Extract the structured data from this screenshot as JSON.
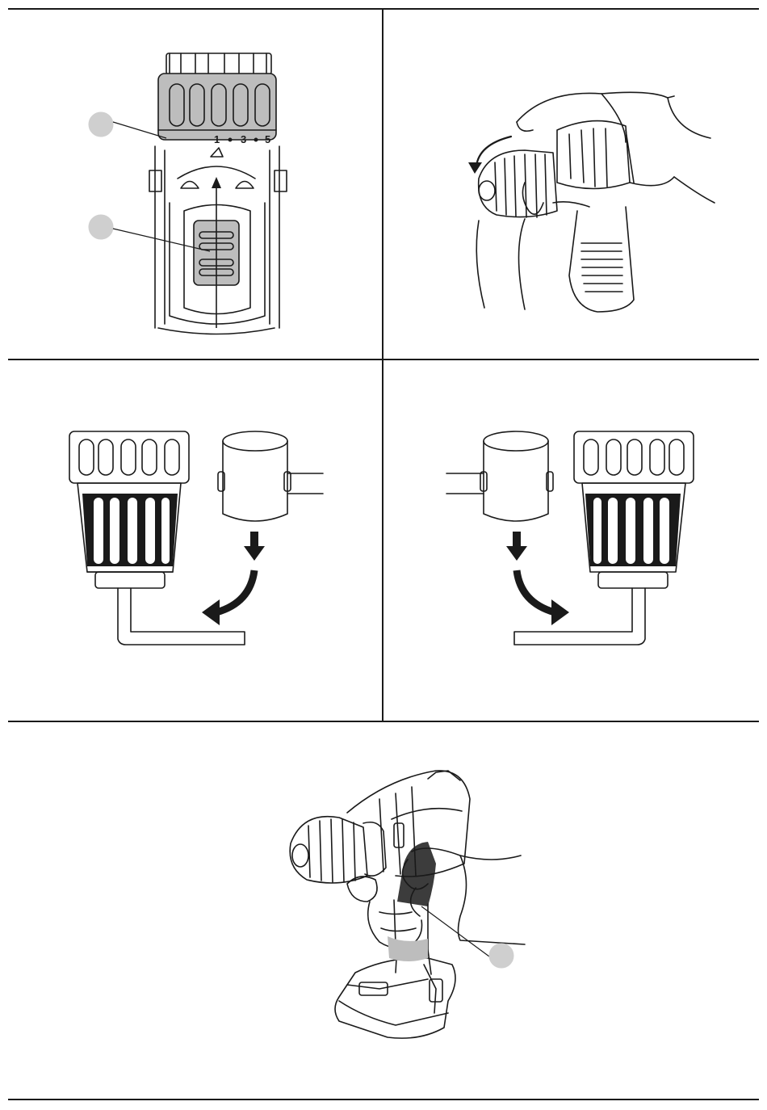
{
  "figures": {
    "fig1": {
      "name": "clutch-collar-and-speed-selector",
      "collar_scale": [
        "1",
        "3",
        "5"
      ],
      "callouts": 2
    },
    "fig2": {
      "name": "chuck-tightening-by-hand",
      "callouts": 0
    },
    "fig3": {
      "name": "chuck-removal-hex-key-left",
      "callouts": 0
    },
    "fig4": {
      "name": "chuck-installation-hex-key-right",
      "callouts": 0
    },
    "fig5": {
      "name": "drill-held-in-hand",
      "callouts": 1
    }
  },
  "colors": {
    "ink": "#1a1a1a",
    "callout": "#cfcfcf",
    "highlight": "#bdbdbd",
    "page": "#ffffff"
  }
}
